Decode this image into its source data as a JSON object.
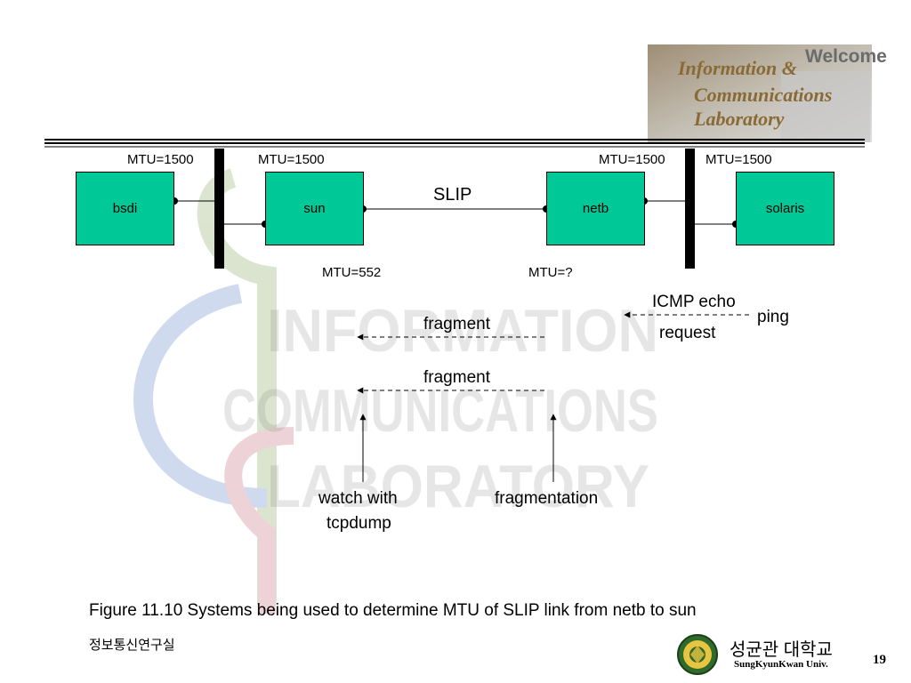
{
  "banner": {
    "welcome": "Welcome",
    "lines": [
      "Information &",
      "Communications",
      "Laboratory"
    ]
  },
  "watermark": {
    "lines": [
      "INFORMATION",
      "COMMUNICATIONS",
      "LABORATORY"
    ]
  },
  "hosts": [
    "bsdi",
    "sun",
    "netb",
    "solaris"
  ],
  "mtu_top": [
    "MTU=1500",
    "MTU=1500",
    "MTU=1500",
    "MTU=1500"
  ],
  "mtu_bottom": [
    "MTU=552",
    "MTU=?"
  ],
  "link_label": "SLIP",
  "messages": {
    "icmp_line1": "ICMP echo",
    "icmp_line2": "request",
    "ping": "ping",
    "fragment1": "fragment",
    "fragment2": "fragment",
    "watch_line1": "watch with",
    "watch_line2": "tcpdump",
    "fragmentation": "fragmentation"
  },
  "caption": "Figure 11.10 Systems being used to determine MTU of SLIP link from netb to sun",
  "footer": {
    "lab": "정보통신연구실",
    "univ_kr": "성균관 대학교",
    "univ_en": "SungKyunKwan Univ.",
    "page": "19"
  },
  "colors": {
    "host_fill": "#00c896",
    "bus": "#000000"
  }
}
